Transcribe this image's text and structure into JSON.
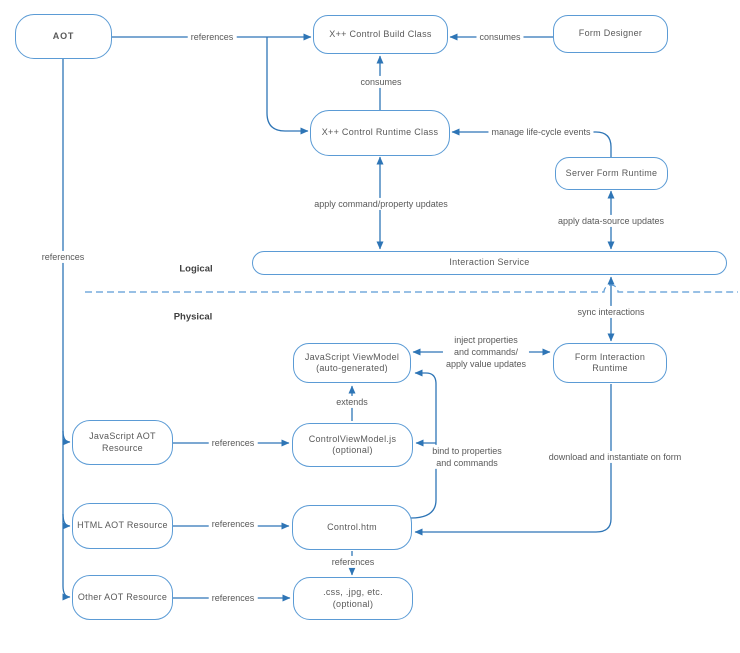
{
  "colors": {
    "shape_border": "#5b9bd5",
    "connector": "#2e75b6",
    "divider": "#5b9bd5",
    "shape_text": "#595959",
    "label_text": "#595959",
    "section_text": "#404040"
  },
  "sections": {
    "logical": "Logical",
    "physical": "Physical"
  },
  "nodes": {
    "aot": {
      "label": "AOT"
    },
    "build_class": {
      "label": "X++ Control Build Class"
    },
    "form_designer": {
      "label": "Form Designer"
    },
    "runtime_class": {
      "label": "X++ Control Runtime Class"
    },
    "server_form_runtime": {
      "label": "Server Form Runtime"
    },
    "interaction_service": {
      "label": "Interaction Service"
    },
    "js_viewmodel": {
      "line1": "JavaScript ViewModel",
      "line2": "(auto-generated)"
    },
    "form_interaction_runtime": {
      "line1": "Form Interaction",
      "line2": "Runtime"
    },
    "js_aot_resource": {
      "line1": "JavaScript AOT",
      "line2": "Resource"
    },
    "controlviewmodel_js": {
      "line1": "ControlViewModel.js",
      "line2": "(optional)"
    },
    "html_aot_resource": {
      "label": "HTML AOT Resource"
    },
    "control_htm": {
      "label": "Control.htm"
    },
    "other_aot_resource": {
      "label": "Other AOT Resource"
    },
    "css_jpg_etc": {
      "line1": ".css, .jpg, etc.",
      "line2": "(optional)"
    }
  },
  "edges": {
    "aot_build": "references",
    "designer_build": "consumes",
    "runtime_build": "consumes",
    "manage_lifecycle": "manage life-cycle events",
    "apply_command": "apply command/property updates",
    "apply_datasource": "apply data-source updates",
    "aot_resources": "references",
    "sync_interactions": "sync interactions",
    "inject_line1": "inject properties",
    "inject_line2": "and commands/",
    "inject_line3": "apply value updates",
    "extends": "extends",
    "bind_line1": "bind to properties",
    "bind_line2": "and commands",
    "download": "download and instantiate on form",
    "jsaot_cvm": "references",
    "htmlaot_chtm": "references",
    "chtm_css": "references",
    "otheraot_css": "references"
  }
}
